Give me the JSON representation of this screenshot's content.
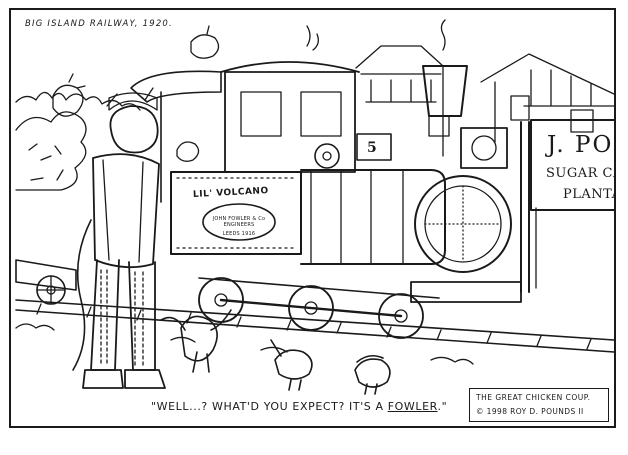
{
  "cartoon": {
    "header": "BIG ISLAND RAILWAY, 1920.",
    "sign": {
      "line1": "J. POL",
      "line2": "SUGAR CA",
      "line3": "PLANTAT"
    },
    "engine": {
      "name": "LIL' VOLCANO",
      "number": "5",
      "plate_line1": "JOHN FOWLER & Co",
      "plate_line2": "ENGINEERS",
      "plate_line3": "LEEDS 1916"
    },
    "caption_prefix": "\"WELL...?  WHAT'D YOU EXPECT? IT'S A ",
    "caption_emph": "FOWLER",
    "caption_suffix": ".\"",
    "credit_line1": "THE GREAT CHICKEN COUP.",
    "credit_line2": "© 1998  ROY D. POUNDS II"
  }
}
